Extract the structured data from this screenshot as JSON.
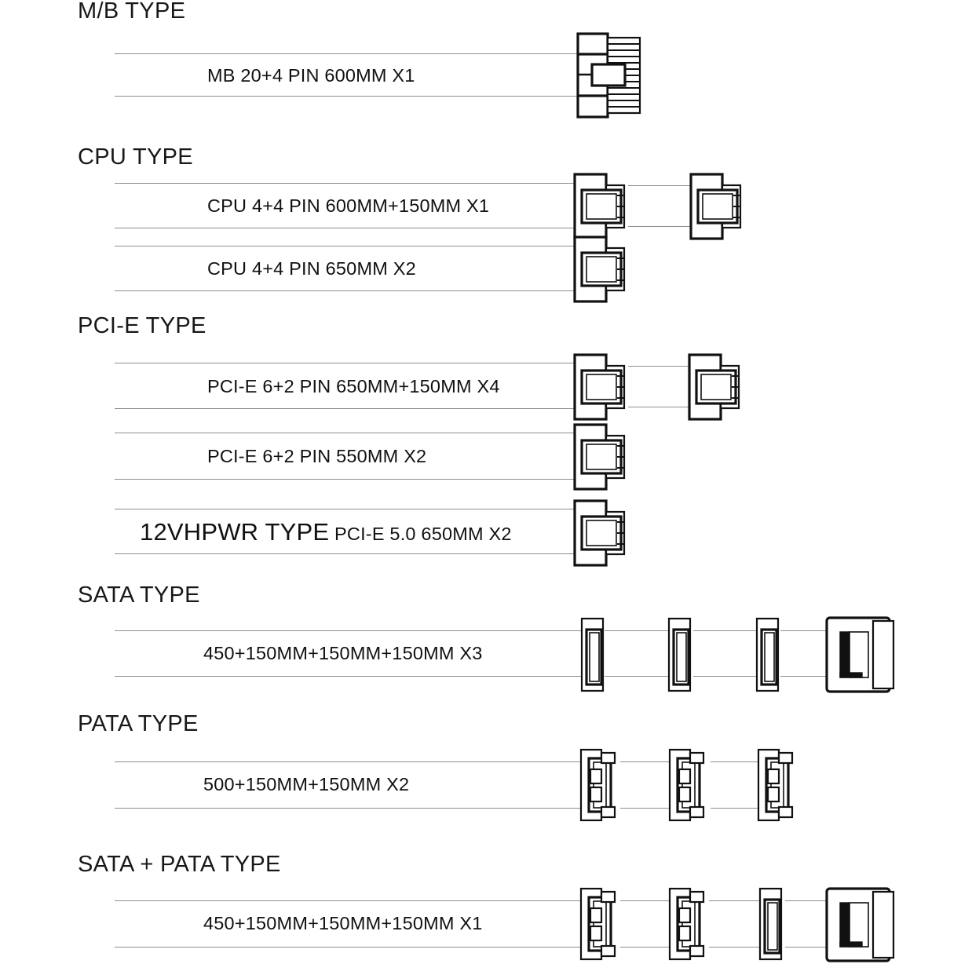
{
  "page": {
    "background": "#ffffff",
    "line_color": "#8a8d90",
    "ink_color": "#111111",
    "title_hint": "PSU modular cable specification sheet"
  },
  "sections": [
    {
      "id": "mb",
      "heading": "M/B TYPE",
      "rows": [
        {
          "id": "mb-row-1",
          "label": "MB 20+4 PIN 600MM  X1",
          "connectors": [
            "atx24-connector"
          ]
        }
      ]
    },
    {
      "id": "cpu",
      "heading": "CPU TYPE",
      "rows": [
        {
          "id": "cpu-row-1",
          "label": "CPU 4+4 PIN 600MM+150MM  X1",
          "connectors": [
            "cpu-connector",
            "cpu-connector"
          ]
        },
        {
          "id": "cpu-row-2",
          "label": "CPU 4+4 PIN 650MM X2",
          "connectors": [
            "cpu-connector"
          ]
        }
      ]
    },
    {
      "id": "pcie",
      "heading": "PCI-E TYPE",
      "rows": [
        {
          "id": "pcie-row-1",
          "label": "PCI-E 6+2 PIN 650MM+150MM  X4",
          "connectors": [
            "pcie-connector",
            "pcie-connector"
          ]
        },
        {
          "id": "pcie-row-2",
          "label": "PCI-E 6+2 PIN 550MM X2",
          "connectors": [
            "pcie-connector"
          ]
        },
        {
          "id": "pcie-row-3",
          "label_big": "12VHPWR TYPE",
          "label": "PCI-E 5.0 650MM X2",
          "connectors": [
            "pcie-connector"
          ]
        }
      ]
    },
    {
      "id": "sata",
      "heading": "SATA TYPE",
      "rows": [
        {
          "id": "sata-row-1",
          "label": "450+150MM+150MM+150MM  X3",
          "connectors": [
            "sata-connector",
            "sata-connector",
            "sata-connector",
            "sata-end-connector"
          ]
        }
      ]
    },
    {
      "id": "pata",
      "heading": "PATA TYPE",
      "rows": [
        {
          "id": "pata-row-1",
          "label": "500+150MM+150MM X2",
          "connectors": [
            "molex-connector",
            "molex-connector",
            "molex-connector"
          ]
        }
      ]
    },
    {
      "id": "sata-pata",
      "heading": "SATA + PATA TYPE",
      "rows": [
        {
          "id": "sata-pata-row-1",
          "label": "450+150MM+150MM+150MM X1",
          "connectors": [
            "molex-connector",
            "molex-connector",
            "sata-connector",
            "sata-end-connector"
          ]
        }
      ]
    }
  ]
}
